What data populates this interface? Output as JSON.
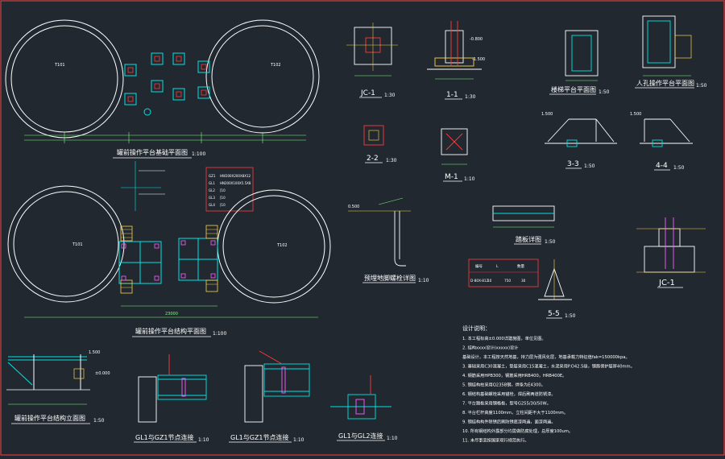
{
  "colors": {
    "background": "#212830",
    "outline": "#ffffff",
    "structure": "#00e5e5",
    "dimension": "#7fff7f",
    "accent": "#ff3b3b",
    "hatch": "#ffd24a",
    "highlight": "#ff5cff"
  },
  "drawings": {
    "foundation_plan": {
      "title": "罐前操作平台基础平面图",
      "scale": "1:100",
      "tank_left": "T101",
      "tank_right": "T102"
    },
    "structure_plan": {
      "title": "罐前操作平台结构平面图",
      "scale": "1:100",
      "tank_left": "T101",
      "tank_right": "T102",
      "total_dim": "23000"
    },
    "elevation": {
      "title": "罐前操作平台结构立面图",
      "scale": "1:50",
      "level_top": "1.500",
      "level_mid": "±0.000"
    },
    "jc1_plan": {
      "title": "JC-1",
      "scale": "1:30"
    },
    "section_1_1": {
      "title": "1-1",
      "scale": "1:30",
      "level_a": "-0.800",
      "level_b": "-1.500"
    },
    "stair_plan": {
      "title": "楼梯平台平面图",
      "scale": "1:50"
    },
    "manhole_stair_plan": {
      "title": "人孔操作平台平面图",
      "scale": "1:50"
    },
    "section_2_2": {
      "title": "2-2",
      "scale": "1:30"
    },
    "m1": {
      "title": "M-1",
      "scale": "1:10"
    },
    "section_3_3": {
      "title": "3-3",
      "scale": "1:50",
      "level": "1.500"
    },
    "section_4_4": {
      "title": "4-4",
      "scale": "1:50",
      "level": "1.500"
    },
    "anchor_detail": {
      "title": "预埋地脚螺栓详图",
      "scale": "1:10",
      "level": "0.500"
    },
    "tread": {
      "title": "踏板详图",
      "scale": "1:50"
    },
    "section_5_5": {
      "title": "5-5",
      "scale": "1:50"
    },
    "jc1_section": {
      "title": "JC-1"
    },
    "gz_conn_a": {
      "title": "GL1与GZ1节点连接",
      "scale": "1:10"
    },
    "gz_conn_b": {
      "title": "GL1与GZ1节点连接",
      "scale": "1:10"
    },
    "gl_conn": {
      "title": "GL1与GL2连接",
      "scale": "1:10"
    }
  },
  "member_table": {
    "title": "",
    "headers": [
      "编号",
      "",
      ""
    ],
    "rows": [
      [
        "GZ1",
        "HW200X200X8X12"
      ],
      [
        "GL1",
        "HN200X100X5.5X8"
      ],
      [
        "GL2",
        "[10"
      ],
      [
        "GL3",
        "[10"
      ],
      [
        "GL4",
        "[10"
      ]
    ]
  },
  "small_table": {
    "headers": [
      "编号",
      "L",
      "数量"
    ],
    "rows": [
      [
        "D-80X-812",
        "10",
        "750",
        "30"
      ]
    ]
  },
  "notes": {
    "heading": "设计说明：",
    "items": [
      "1. 本工程标高±0.000详建施图，单位见图。",
      "2. 结构xxxx设计(xxxxx)设计",
      "基础设计，本工程按天然地基，持力层为强风化层，地基承载力特征值fak=150000kpa。",
      "3. 基础采用C30混凝土，垫层采用C15混凝土，水泥采用P.O42.5级，钢筋保护层厚40mm。",
      "4. 钢筋采用HPB300，钢筋采用HRB400，HRB400E。",
      "5. 钢结构柱采用Q235B钢，焊条为E4300。",
      "6. 钢结构基础螺栓采用锚栓，焊后刷两道防锈漆。",
      "7. 平台踏板采用钢格板，型号G255/30/50W。",
      "8. 平台栏杆高度1100mm，立柱间距不大于1100mm。",
      "9. 钢结构构件除锈后刷防锈底漆两遍，面漆两遍。",
      "10. 所有钢结构外露部分均需做防腐处理，总厚度100um。",
      "11. 未尽事宜按国家现行规范执行。"
    ]
  }
}
